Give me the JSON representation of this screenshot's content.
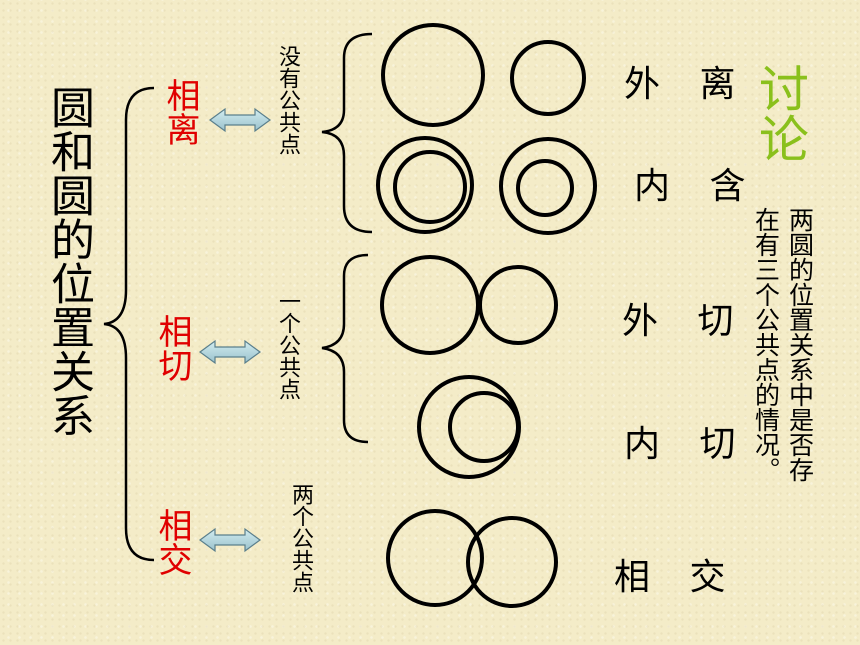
{
  "main_title": "圆和圆的位置关系",
  "categories": [
    {
      "label": "相离",
      "desc": "没有公共点"
    },
    {
      "label": "相切",
      "desc": "一个公共点"
    },
    {
      "label": "相交",
      "desc": "两个公共点"
    }
  ],
  "positions": {
    "external_separate": "外 离",
    "internal_contain": "内 含",
    "external_tangent": "外 切",
    "internal_tangent": "内 切",
    "intersect": "相 交"
  },
  "discussion": {
    "title": "讨论",
    "question_line1": "两圆的位置关系中是否存",
    "question_line2": "在有三个公共点的情况。"
  },
  "colors": {
    "background": "#f4ecc8",
    "category_text": "#e00000",
    "discussion_title": "#8ac01c",
    "arrow_fill": "#b4d6dc",
    "arrow_stroke": "#5a7f8c"
  }
}
